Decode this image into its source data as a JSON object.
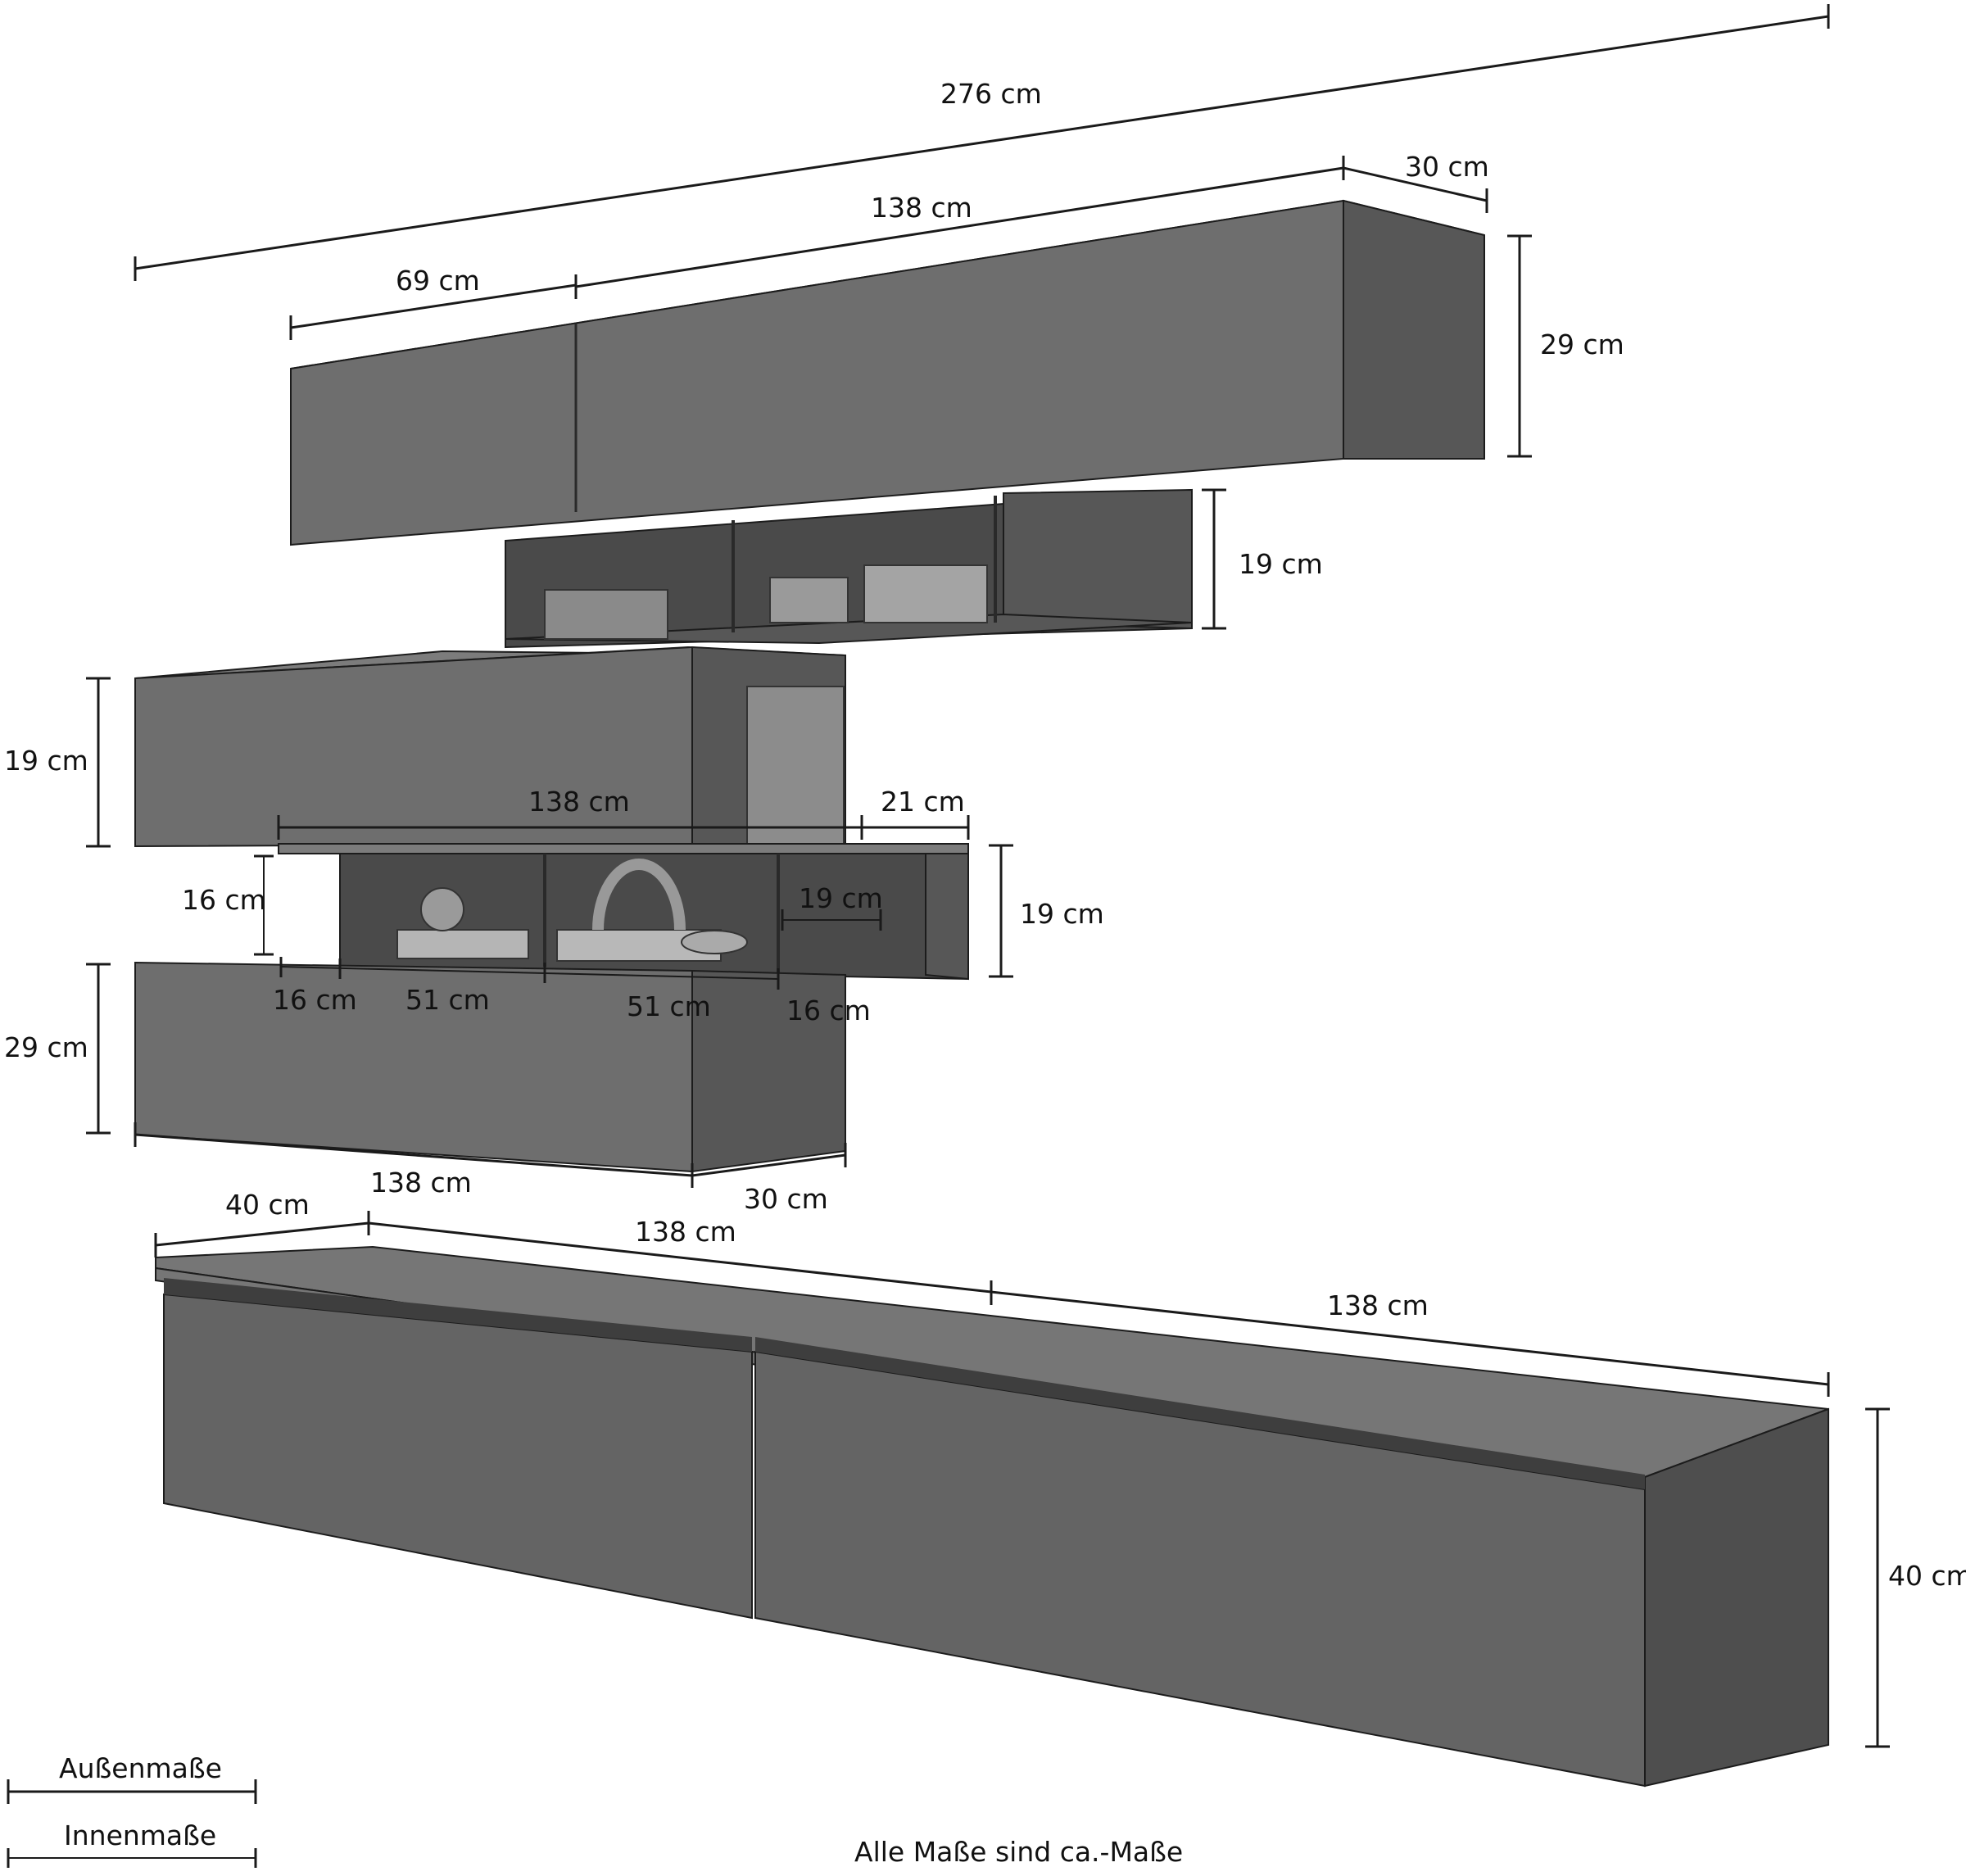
{
  "colors": {
    "wood_front": "#6e6e6e",
    "wood_side": "#575757",
    "wood_top": "#7c7c7c",
    "shelf_interior": "#4a4a4a",
    "lowboard_front": "#646464",
    "lowboard_top": "#767676",
    "lowboard_side": "#4e4e4e",
    "dimension_line": "#1a1a1a"
  },
  "dimensions": {
    "overall_width": "276 cm",
    "upper_cabinet_width": "138 cm",
    "upper_cabinet_depth": "30 cm",
    "upper_door_width": "69 cm",
    "upper_cabinet_height": "29 cm",
    "upper_shelf_height": "19 cm",
    "middle_cabinet_height": "19 cm",
    "lower_shelf_width": "138 cm",
    "lower_shelf_depth": "21 cm",
    "lower_shelf_height": "19 cm",
    "lower_shelf_inner_height": "16 cm",
    "lower_shelf_inner_depth": "19 cm",
    "compartment_left": "16 cm",
    "compartment_mid_left": "51 cm",
    "compartment_mid_right": "51 cm",
    "compartment_right": "16 cm",
    "lower_cabinet_height": "29 cm",
    "lower_cabinet_width": "138 cm",
    "lower_cabinet_depth": "30 cm",
    "lowboard_depth": "40 cm",
    "lowboard_left_width": "138 cm",
    "lowboard_right_width": "138 cm",
    "lowboard_height": "40 cm"
  },
  "legend": {
    "outer": "Außenmaße",
    "inner": "Innenmaße"
  },
  "footnote": "Alle Maße sind ca.-Maße"
}
